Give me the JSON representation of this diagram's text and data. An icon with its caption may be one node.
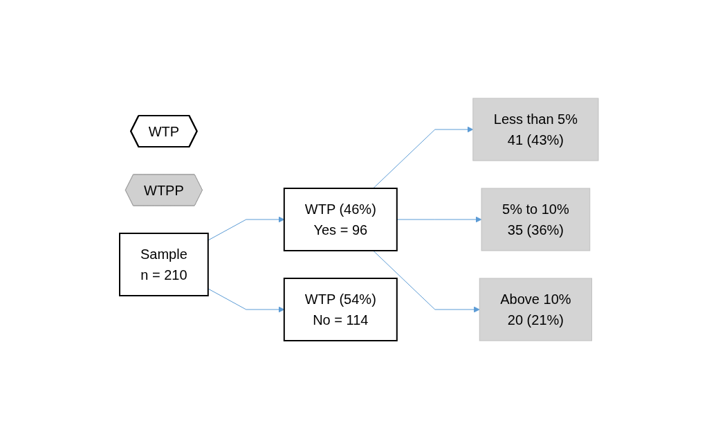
{
  "diagram": {
    "nodes": [
      {
        "text": [
          "WTP"
        ]
      },
      {
        "text": [
          "WTPP"
        ]
      },
      {
        "text": [
          "WTP (46%)",
          "Yes = 96"
        ]
      },
      {
        "text": [
          "Less than 5%",
          "41 (43%)"
        ]
      },
      {
        "text": [
          "Sample",
          "n = 210"
        ]
      },
      {
        "text": [
          "5% to 10%",
          "35 (36%)"
        ]
      },
      {
        "text": [
          "Above 10%",
          "20 (21%)"
        ]
      },
      {
        "text": [
          "WTP (54%)",
          "No = 114"
        ]
      }
    ],
    "edges": [
      {
        "from": 4,
        "to": 2,
        "arrow": "to"
      },
      {
        "from": 4,
        "to": 7,
        "arrow": "to"
      },
      {
        "from": 2,
        "to": 3,
        "arrow": "to"
      },
      {
        "from": 2,
        "to": 5,
        "arrow": "to"
      },
      {
        "from": 2,
        "to": 6,
        "arrow": "to"
      }
    ]
  }
}
